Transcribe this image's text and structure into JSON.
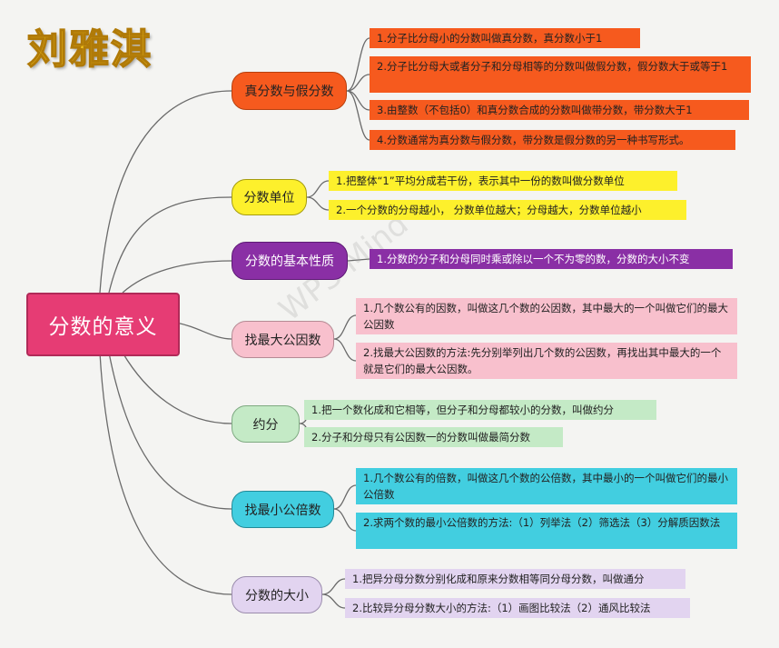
{
  "author": "刘雅淇",
  "watermark": "WPS Mind",
  "root": {
    "label": "分数的意义"
  },
  "colors": {
    "orange": "#f65a1e",
    "yellow": "#fdf02c",
    "purple": "#8a2fa5",
    "pink": "#f8c0cd",
    "green": "#c4eac6",
    "cyan": "#42cee0",
    "lavender": "#e2d4f0",
    "root": "#e63c74"
  },
  "branches": [
    {
      "label": "真分数与假分数",
      "items": [
        "1.分子比分母小的分数叫做真分数，真分数小于1",
        "2.分子比分母大或者分子和分母相等的分数叫做假分数，假分数大于或等于1",
        "3.由整数（不包括0）和真分数合成的分数叫做带分数，带分数大于1",
        "4.分数通常为真分数与假分数，带分数是假分数的另一种书写形式。"
      ]
    },
    {
      "label": "分数单位",
      "items": [
        "1.把整体“1”平均分成若干份，表示其中一份的数叫做分数单位",
        "2.一个分数的分母越小， 分数单位越大；分母越大，分数单位越小"
      ]
    },
    {
      "label": "分数的基本性质",
      "items": [
        "1.分数的分子和分母同时乘或除以一个不为零的数，分数的大小不变"
      ]
    },
    {
      "label": "找最大公因数",
      "items": [
        "1.几个数公有的因数，叫做这几个数的公因数，其中最大的一个叫做它们的最大公因数",
        "2.找最大公因数的方法:先分别举列出几个数的公因数，再找出其中最大的一个就是它们的最大公因数。"
      ]
    },
    {
      "label": "约分",
      "items": [
        "1.把一个数化成和它相等，但分子和分母都较小的分数，叫做约分",
        "2.分子和分母只有公因数一的分数叫做最简分数"
      ]
    },
    {
      "label": "找最小公倍数",
      "items": [
        "1.几个数公有的倍数，叫做这几个数的公倍数，其中最小的一个叫做它们的最小公倍数",
        "2.求两个数的最小公倍数的方法:（1）列举法（2）筛选法（3）分解质因数法"
      ]
    },
    {
      "label": "分数的大小",
      "items": [
        "1.把异分母分数分别化成和原来分数相等同分母分数，叫做通分",
        "2.比较异分母分数大小的方法:（1）画图比较法（2）通风比较法"
      ]
    }
  ]
}
